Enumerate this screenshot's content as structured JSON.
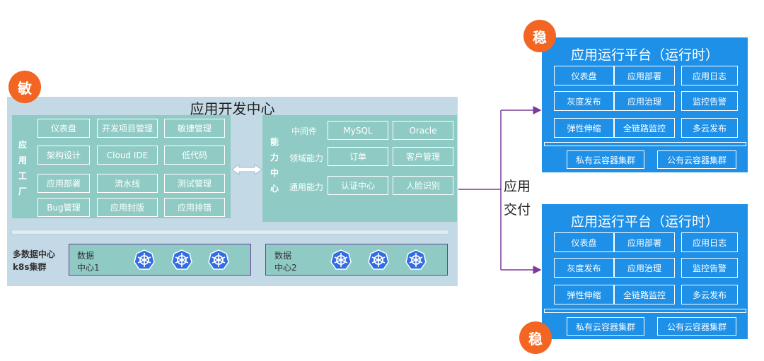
{
  "dev_center": {
    "title": "应用开发中心",
    "factory_label": [
      "应",
      "用",
      "工",
      "厂"
    ],
    "factory_cells": [
      "仪表盘",
      "开发项目管理",
      "敏捷管理",
      "架构设计",
      "Cloud IDE",
      "低代码",
      "应用部署",
      "流水线",
      "测试管理",
      "Bug管理",
      "应用封版",
      "应用排错"
    ],
    "ability_label": [
      "能",
      "力",
      "中",
      "心"
    ],
    "ability_rows": [
      {
        "label": "中间件",
        "cells": [
          "MySQL",
          "Oracle"
        ]
      },
      {
        "label": "领域能力",
        "cells": [
          "订单",
          "客户管理"
        ]
      },
      {
        "label": "通用能力",
        "cells": [
          "认证中心",
          "人脸识别"
        ]
      }
    ],
    "multi_dc_label_1": "多数据中心",
    "multi_dc_label_2": "k8s集群",
    "dc1_label_1": "数据",
    "dc1_label_2": "中心1",
    "dc2_label_1": "数据",
    "dc2_label_2": "中心2"
  },
  "badges": {
    "left": "敏",
    "right_top": "稳",
    "right_bottom": "稳"
  },
  "delivery_label": "应用交付",
  "platforms": [
    {
      "title": "应用运行平台（运行时）",
      "cells": [
        "仪表盘",
        "应用部署",
        "应用日志",
        "灰度发布",
        "应用治理",
        "监控告警",
        "弹性伸缩",
        "全链路监控",
        "多云发布"
      ],
      "clusters": [
        "私有云容器集群",
        "公有云容器集群"
      ]
    },
    {
      "title": "应用运行平台（运行时）",
      "cells": [
        "仪表盘",
        "应用部署",
        "应用日志",
        "灰度发布",
        "应用治理",
        "监控告警",
        "弹性伸缩",
        "全链路监控",
        "多云发布"
      ],
      "clusters": [
        "私有云容器集群",
        "公有云容器集群"
      ]
    }
  ],
  "colors": {
    "accent_orange": "#f26522",
    "platform_blue": "#1e90e8",
    "teal": "#8fcbc4",
    "panel": "#c3d9e6",
    "connector": "#7a3a9a"
  }
}
